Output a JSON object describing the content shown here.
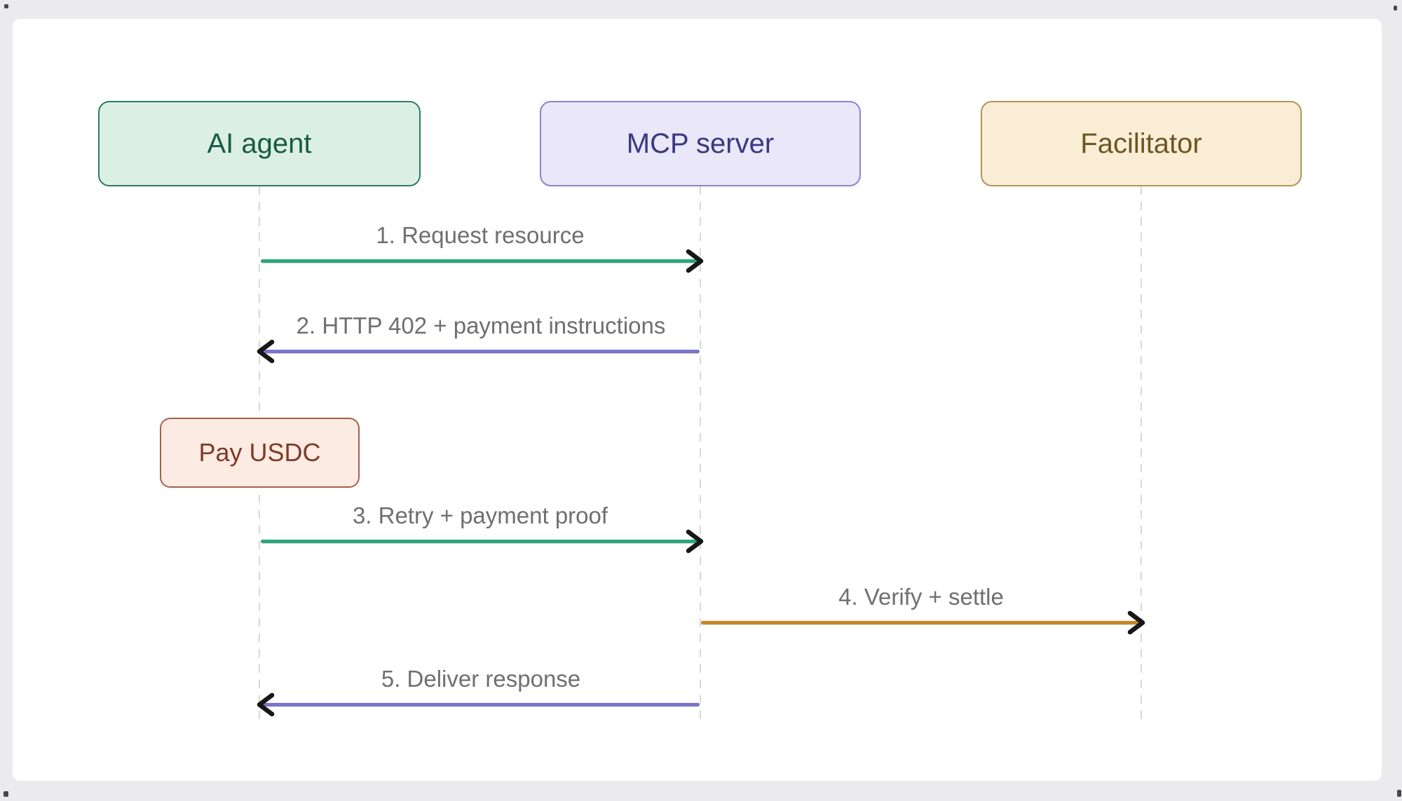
{
  "page": {
    "background_color": "#ebebee",
    "canvas_background_color": "#ffffff"
  },
  "diagram": {
    "type": "sequence-diagram",
    "actors": [
      {
        "id": "ai-agent",
        "label": "AI agent",
        "fill": "#dcefe5",
        "border": "#2c7c62",
        "text_color": "#175c45"
      },
      {
        "id": "mcp-server",
        "label": "MCP server",
        "fill": "#e9e7f8",
        "border": "#8b84cf",
        "text_color": "#3c3780"
      },
      {
        "id": "facilitator",
        "label": "Facilitator",
        "fill": "#f9eed5",
        "border": "#b09656",
        "text_color": "#6e5524"
      }
    ],
    "note": {
      "label": "Pay USDC",
      "attached_to": "AI agent",
      "fill": "#fcebe2",
      "border": "#a5604a",
      "text_color": "#7e3b28"
    },
    "messages": [
      {
        "label": "1. Request resource",
        "from": "AI agent",
        "to": "MCP server",
        "direction": "right",
        "color": "#2ba57d"
      },
      {
        "label": "2. HTTP 402 + payment instructions",
        "from": "MCP server",
        "to": "AI agent",
        "direction": "left",
        "color": "#7b74cc"
      },
      {
        "label": "3. Retry + payment proof",
        "from": "AI agent",
        "to": "MCP server",
        "direction": "right",
        "color": "#2ba57d"
      },
      {
        "label": "4. Verify + settle",
        "from": "MCP server",
        "to": "Facilitator",
        "direction": "right",
        "color": "#c6861f"
      },
      {
        "label": "5. Deliver response",
        "from": "MCP server",
        "to": "AI agent",
        "direction": "left",
        "color": "#7b74cc"
      }
    ],
    "message_label_color": "#6f6f6f",
    "arrowhead_color": "#171717",
    "lifeline_color": "#d8d8d8"
  }
}
